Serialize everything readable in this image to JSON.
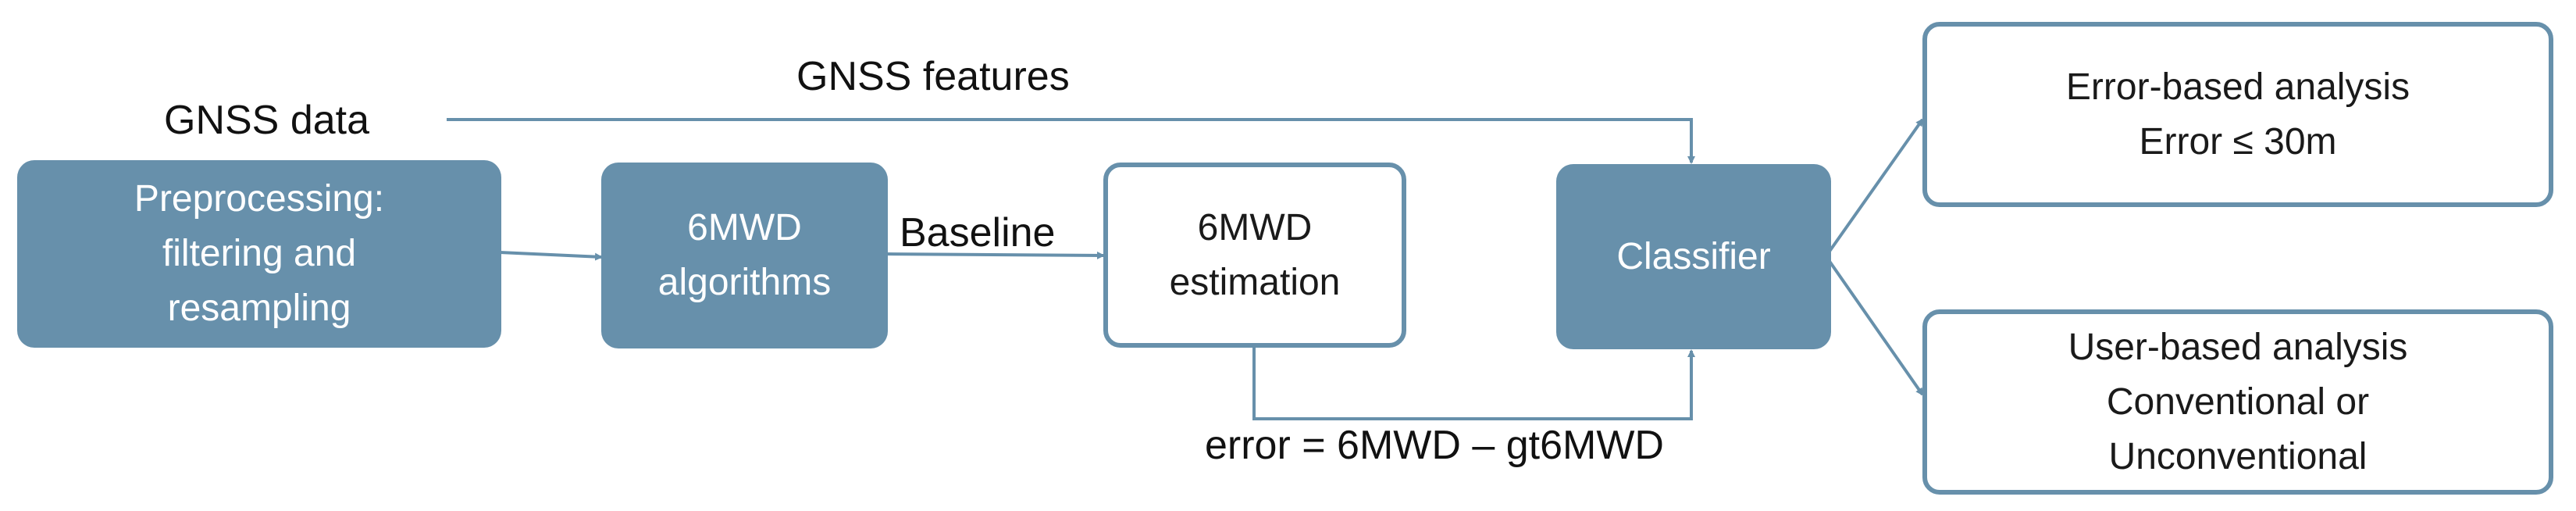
{
  "colors": {
    "box_fill": "#6790ab",
    "box_border": "#6790ab",
    "arrow": "#6790ab",
    "text_dark": "#111111",
    "text_light": "#ffffff"
  },
  "labels": {
    "gnss_data": "GNSS data",
    "gnss_features": "GNSS features",
    "baseline": "Baseline",
    "error_formula": "error = 6MWD – gt6MWD"
  },
  "nodes": {
    "preprocessing": {
      "lines": [
        "Preprocessing:",
        "filtering and",
        "resampling"
      ]
    },
    "algorithms": {
      "lines": [
        "6MWD",
        "algorithms"
      ]
    },
    "estimation": {
      "lines": [
        "6MWD",
        "estimation"
      ]
    },
    "classifier": {
      "lines": [
        "Classifier"
      ]
    },
    "error_analysis": {
      "lines": [
        "Error-based analysis",
        "Error ≤ 30m"
      ]
    },
    "user_analysis": {
      "lines": [
        "User-based analysis",
        "Conventional or",
        "Unconventional"
      ]
    }
  }
}
